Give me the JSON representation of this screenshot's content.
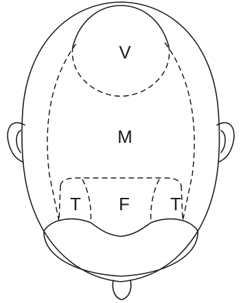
{
  "diagram": {
    "labels": {
      "vertex": "V",
      "mid": "M",
      "frontal": "F",
      "temporal_left": "T",
      "temporal_right": "T"
    },
    "colors": {
      "stroke": "#1a1a1a",
      "fill": "#ffffff"
    }
  }
}
